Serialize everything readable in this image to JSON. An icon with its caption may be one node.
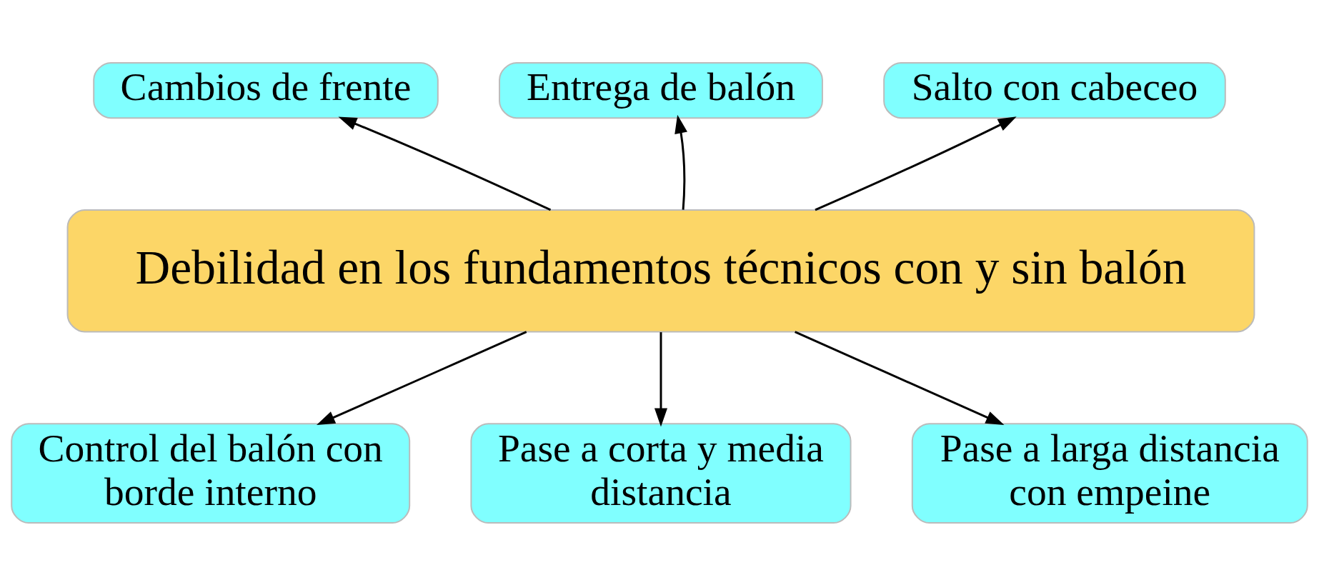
{
  "diagram": {
    "nodes": [
      {
        "text": [
          "Debilidad en los fundamentos técnicos con y sin balón"
        ]
      },
      {
        "text": [
          "Cambios de frente"
        ]
      },
      {
        "text": [
          "Entrega de balón"
        ]
      },
      {
        "text": [
          "Salto con cabeceo"
        ]
      },
      {
        "text": [
          "Control del balón con borde interno"
        ]
      },
      {
        "text": [
          "Pase a corta y media distancia"
        ]
      },
      {
        "text": [
          "Pase a larga distancia con empeine"
        ]
      }
    ],
    "edges": [
      {
        "from": 0,
        "to": 1,
        "arrow": "to"
      },
      {
        "from": 0,
        "to": 2,
        "arrow": "to"
      },
      {
        "from": 0,
        "to": 3,
        "arrow": "to"
      },
      {
        "from": 0,
        "to": 4,
        "arrow": "to"
      },
      {
        "from": 0,
        "to": 5,
        "arrow": "to"
      },
      {
        "from": 0,
        "to": 6,
        "arrow": "to"
      }
    ]
  }
}
